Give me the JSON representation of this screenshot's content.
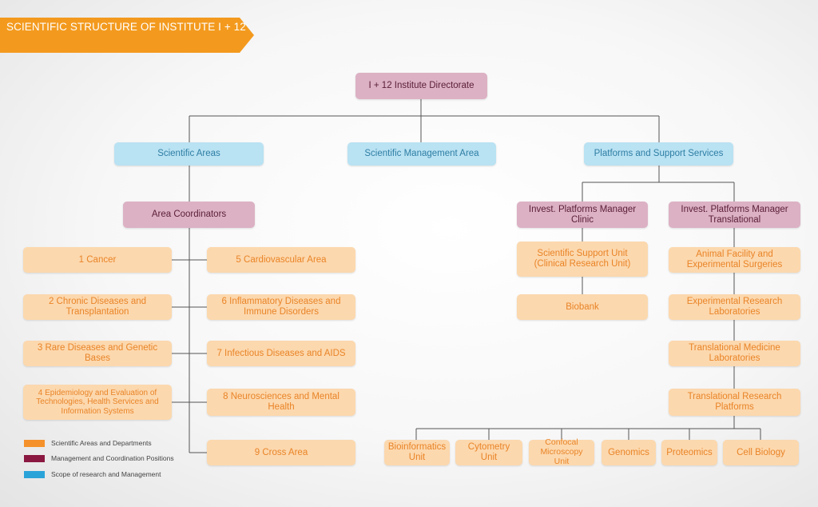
{
  "title": "SCIENTIFIC STRUCTURE OF INSTITUTE I + 12",
  "colors": {
    "banner": "#f39a1e",
    "orange_fill": "#fcd8ae",
    "orange_text": "#e98427",
    "maroon_fill": "#dcb1c4",
    "maroon_text": "#5c2038",
    "blue_fill": "#b9e2f3",
    "blue_text": "#2e7ea4",
    "legend_orange": "#f5912a",
    "legend_maroon": "#8a1840",
    "legend_blue": "#2aa3d9",
    "connector": "#555555"
  },
  "nodes": {
    "directorate": {
      "label": "I + 12 Institute Directorate",
      "category": "maroon"
    },
    "scientific_areas": {
      "label": "Scientific Areas",
      "category": "blue"
    },
    "scientific_management_area": {
      "label": "Scientific Management Area",
      "category": "blue"
    },
    "platforms_support": {
      "label": "Platforms and Support Services",
      "category": "blue"
    },
    "area_coordinators": {
      "label": "Area Coordinators",
      "category": "maroon"
    },
    "area_1": {
      "label": "1 Cancer",
      "category": "orange"
    },
    "area_2": {
      "label": "2 Chronic Diseases and Transplantation",
      "category": "orange"
    },
    "area_3": {
      "label": "3 Rare Diseases and Genetic Bases",
      "category": "orange"
    },
    "area_4": {
      "label": "4 Epidemiology and Evaluation of Technologies, Health Services and Information Systems",
      "category": "orange"
    },
    "area_5": {
      "label": "5 Cardiovascular Area",
      "category": "orange"
    },
    "area_6": {
      "label": "6 Inflammatory Diseases and Immune Disorders",
      "category": "orange"
    },
    "area_7": {
      "label": "7 Infectious Diseases and AIDS",
      "category": "orange"
    },
    "area_8": {
      "label": "8 Neurosciences and Mental Health",
      "category": "orange"
    },
    "area_9": {
      "label": "9 Cross Area",
      "category": "orange"
    },
    "manager_clinic": {
      "label": "Invest. Platforms Manager Clinic",
      "category": "maroon"
    },
    "manager_translational": {
      "label": "Invest. Platforms Manager Translational",
      "category": "maroon"
    },
    "scientific_support_unit": {
      "label": "Scientific Support Unit (Clinical Research Unit)",
      "category": "orange"
    },
    "biobank": {
      "label": "Biobank",
      "category": "orange"
    },
    "animal_facility": {
      "label": "Animal Facility and Experimental Surgeries",
      "category": "orange"
    },
    "experimental_labs": {
      "label": "Experimental Research Laboratories",
      "category": "orange"
    },
    "translational_medicine_labs": {
      "label": "Translational Medicine Laboratories",
      "category": "orange"
    },
    "translational_research_platforms": {
      "label": "Translational Research Platforms",
      "category": "orange"
    },
    "bioinformatics": {
      "label": "Bioinformatics Unit",
      "category": "orange"
    },
    "cytometry": {
      "label": "Cytometry Unit",
      "category": "orange"
    },
    "confocal": {
      "label": "Confocal Microscopy Unit",
      "category": "orange"
    },
    "genomics": {
      "label": "Genomics",
      "category": "orange"
    },
    "proteomics": {
      "label": "Proteomics",
      "category": "orange"
    },
    "cell_biology": {
      "label": "Cell Biology",
      "category": "orange"
    }
  },
  "edges": [
    [
      "directorate",
      "scientific_areas"
    ],
    [
      "directorate",
      "scientific_management_area"
    ],
    [
      "directorate",
      "platforms_support"
    ],
    [
      "scientific_areas",
      "area_coordinators"
    ],
    [
      "area_coordinators",
      "area_1"
    ],
    [
      "area_coordinators",
      "area_2"
    ],
    [
      "area_coordinators",
      "area_3"
    ],
    [
      "area_coordinators",
      "area_4"
    ],
    [
      "area_coordinators",
      "area_5"
    ],
    [
      "area_coordinators",
      "area_6"
    ],
    [
      "area_coordinators",
      "area_7"
    ],
    [
      "area_coordinators",
      "area_8"
    ],
    [
      "area_coordinators",
      "area_9"
    ],
    [
      "platforms_support",
      "manager_clinic"
    ],
    [
      "platforms_support",
      "manager_translational"
    ],
    [
      "manager_clinic",
      "scientific_support_unit"
    ],
    [
      "scientific_support_unit",
      "biobank"
    ],
    [
      "manager_translational",
      "animal_facility"
    ],
    [
      "animal_facility",
      "experimental_labs"
    ],
    [
      "experimental_labs",
      "translational_medicine_labs"
    ],
    [
      "translational_medicine_labs",
      "translational_research_platforms"
    ],
    [
      "translational_research_platforms",
      "bioinformatics"
    ],
    [
      "translational_research_platforms",
      "cytometry"
    ],
    [
      "translational_research_platforms",
      "confocal"
    ],
    [
      "translational_research_platforms",
      "genomics"
    ],
    [
      "translational_research_platforms",
      "proteomics"
    ],
    [
      "translational_research_platforms",
      "cell_biology"
    ]
  ],
  "legend": [
    {
      "label": "Scientific Areas and Departments",
      "color": "#f5912a"
    },
    {
      "label": "Management and Coordination Positions",
      "color": "#8a1840"
    },
    {
      "label": "Scope of research and Management",
      "color": "#2aa3d9"
    }
  ]
}
